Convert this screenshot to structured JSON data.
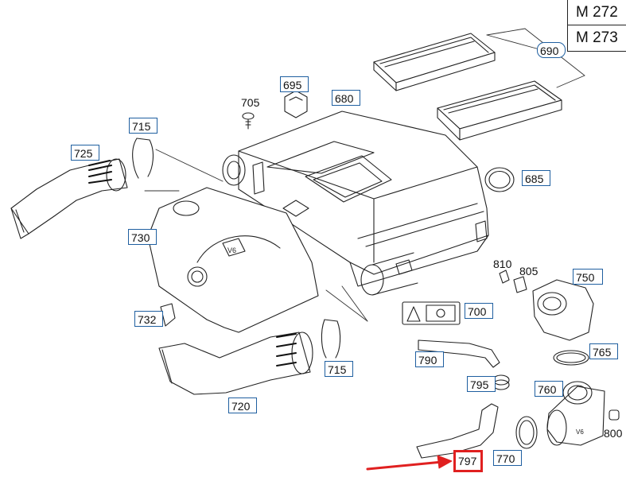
{
  "engines": [
    "M 272",
    "M 273"
  ],
  "labels": {
    "p690": "690",
    "p695": "695",
    "p705": "705",
    "p680": "680",
    "p715a": "715",
    "p725": "725",
    "p685": "685",
    "p730": "730",
    "p810": "810",
    "p805": "805",
    "p750": "750",
    "p732": "732",
    "p700": "700",
    "p765": "765",
    "p790": "790",
    "p715b": "715",
    "p795": "795",
    "p760": "760",
    "p720": "720",
    "p800": "800",
    "p797": "797",
    "p770": "770"
  },
  "cover_badge": "V6",
  "housing_badge": "V6",
  "highlight_color": "#e02020",
  "arrow_color": "#e02020"
}
